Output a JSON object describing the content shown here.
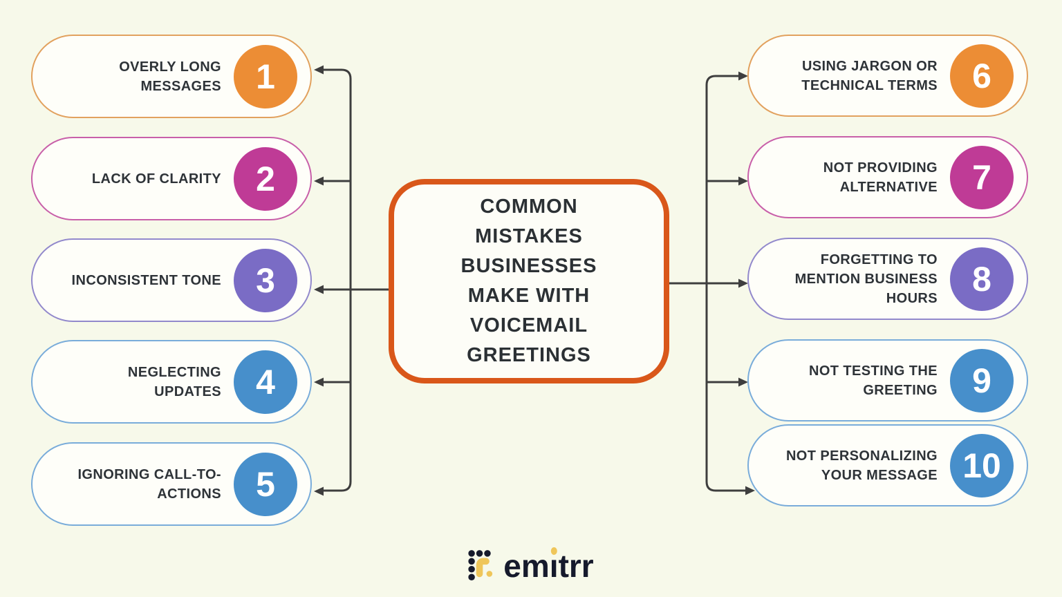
{
  "canvas": {
    "background": "#F7F9EA",
    "connector_color": "#3E3E3E"
  },
  "center_box": {
    "title": "COMMON MISTAKES BUSINESSES MAKE WITH VOICEMAIL GREETINGS",
    "title_lines": [
      "COMMON",
      "MISTAKES",
      "BUSINESSES",
      "MAKE WITH",
      "VOICEMAIL",
      "GREETINGS"
    ],
    "border_color": "#D9571A",
    "background": "#FDFDF7",
    "text_color": "#2B3034"
  },
  "pill_style": {
    "fill": "#FEFEF9",
    "text_color": "#2E3338",
    "number_text_color": "#FFFFFF"
  },
  "mistakes": [
    {
      "number": "1",
      "label": "OVERLY LONG MESSAGES",
      "lines": [
        "OVERLY LONG",
        "MESSAGES"
      ],
      "circle_color": "#EC8D35",
      "border_color": "#E2A15E",
      "side": "left"
    },
    {
      "number": "2",
      "label": "LACK OF CLARITY",
      "lines": [
        "LACK OF CLARITY"
      ],
      "circle_color": "#BF3B96",
      "border_color": "#C85FA9",
      "side": "left"
    },
    {
      "number": "3",
      "label": "INCONSISTENT TONE",
      "lines": [
        "INCONSISTENT TONE"
      ],
      "circle_color": "#7A6CC5",
      "border_color": "#9289CC",
      "side": "left"
    },
    {
      "number": "4",
      "label": "NEGLECTING UPDATES",
      "lines": [
        "NEGLECTING",
        "UPDATES"
      ],
      "circle_color": "#478FCB",
      "border_color": "#79ACDA",
      "side": "left"
    },
    {
      "number": "5",
      "label": "IGNORING CALL-TO-ACTIONS",
      "lines": [
        "IGNORING CALL-TO-",
        "ACTIONS"
      ],
      "circle_color": "#478FCB",
      "border_color": "#79ACDA",
      "side": "left"
    },
    {
      "number": "6",
      "label": "USING JARGON OR TECHNICAL TERMS",
      "lines": [
        "USING JARGON OR",
        "TECHNICAL TERMS"
      ],
      "circle_color": "#EC8D35",
      "border_color": "#E2A15E",
      "side": "right"
    },
    {
      "number": "7",
      "label": "NOT PROVIDING ALTERNATIVE",
      "lines": [
        "NOT PROVIDING",
        "ALTERNATIVE"
      ],
      "circle_color": "#BF3B96",
      "border_color": "#C85FA9",
      "side": "right"
    },
    {
      "number": "8",
      "label": "FORGETTING TO MENTION BUSINESS HOURS",
      "lines": [
        "FORGETTING TO",
        "MENTION BUSINESS",
        "HOURS"
      ],
      "circle_color": "#7A6CC5",
      "border_color": "#9289CC",
      "side": "right"
    },
    {
      "number": "9",
      "label": "NOT TESTING THE GREETING",
      "lines": [
        "NOT TESTING THE",
        "GREETING"
      ],
      "circle_color": "#478FCB",
      "border_color": "#79ACDA",
      "side": "right"
    },
    {
      "number": "10",
      "label": "NOT PERSONALIZING YOUR MESSAGE",
      "lines": [
        "NOT PERSONALIZING",
        "YOUR MESSAGE"
      ],
      "circle_color": "#478FCB",
      "border_color": "#79ACDA",
      "side": "right"
    }
  ],
  "brand": {
    "wordmark": "emitrr",
    "text_color": "#161A2C",
    "accent_yellow": "#EFC65A",
    "dot_black": "#161A2C"
  }
}
